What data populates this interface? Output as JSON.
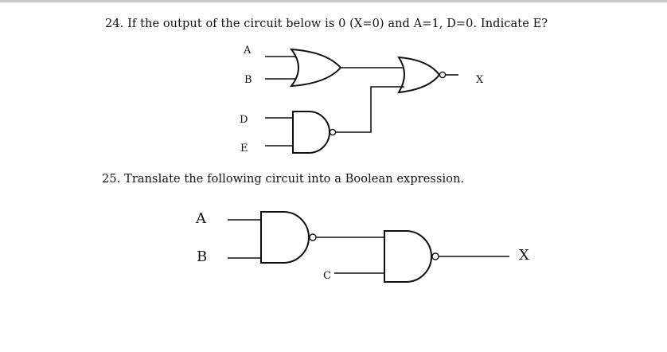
{
  "q24": {
    "text": "24. If the output of the circuit below is 0 (X=0) and A=1, D=0. Indicate  E?",
    "labels": {
      "a": "A",
      "b": "B",
      "d": "D",
      "e": "E",
      "x": "X"
    }
  },
  "q25": {
    "text": "25. Translate the following circuit into a Boolean expression.",
    "labels": {
      "a": "A",
      "b": "B",
      "c": "C",
      "x": "X"
    }
  },
  "colors": {
    "ink": "#111111",
    "background": "#ffffff",
    "top_bar": "#c8c8c8"
  }
}
